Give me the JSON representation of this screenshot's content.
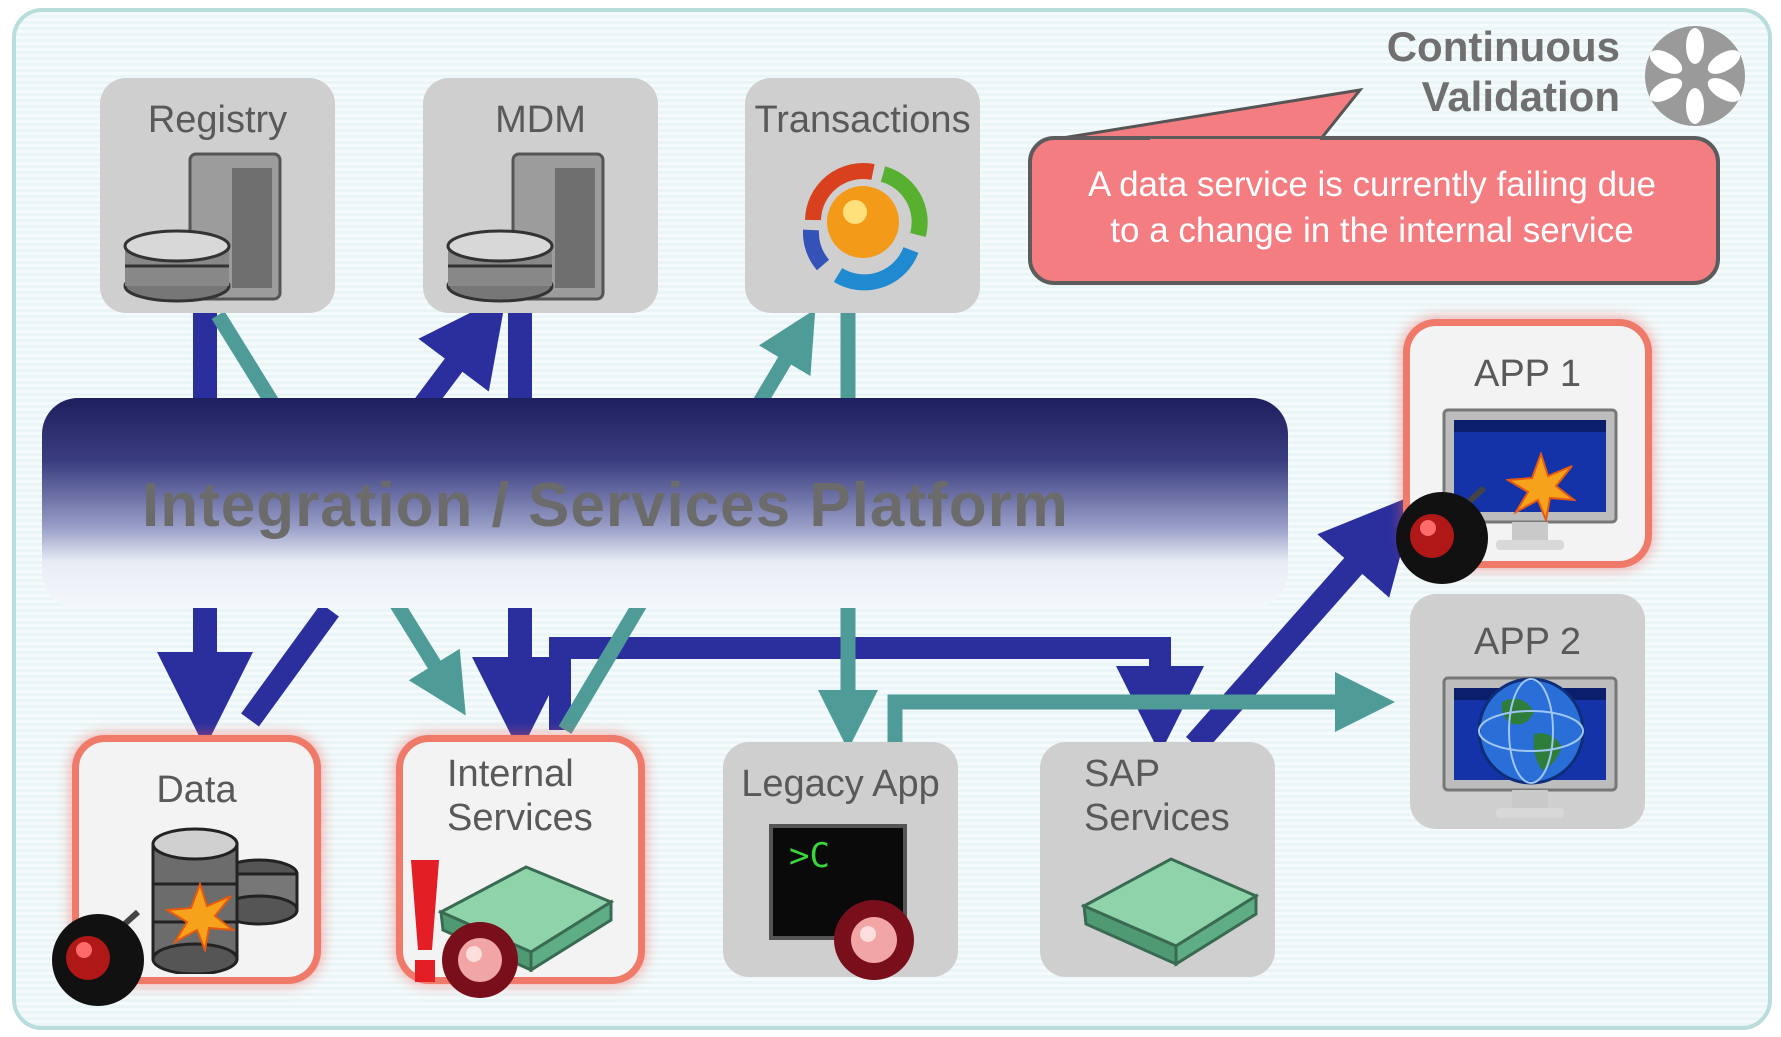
{
  "diagram": {
    "platform_title": "Integration / Services Platform",
    "continuous_validation": "Continuous\nValidation",
    "callout": "A data service is currently failing due\nto a change in the internal service",
    "nodes": {
      "registry": "Registry",
      "mdm": "MDM",
      "transactions": "Transactions",
      "data": "Data",
      "internal_services": "Internal\nServices",
      "legacy_app": "Legacy App",
      "sap_services": "SAP\nServices",
      "app1": "APP 1",
      "app2": "APP 2"
    },
    "terminal_prompt": ">C",
    "colors": {
      "navy_arrow": "#2b2f9e",
      "teal_arrow": "#4f9b98",
      "alert_border": "#f07a6a",
      "callout_fill": "#f47d82",
      "node_fill": "#cfcfcf",
      "platform_dark": "#1e1f5e"
    },
    "icons": [
      "server-database-icon",
      "cycle-arrows-icon",
      "database-stack-icon",
      "bomb-icon",
      "explosion-icon",
      "router-device-icon",
      "alert-light-icon",
      "exclamation-icon",
      "terminal-icon",
      "monitor-icon",
      "globe-icon",
      "gear-icon"
    ]
  }
}
